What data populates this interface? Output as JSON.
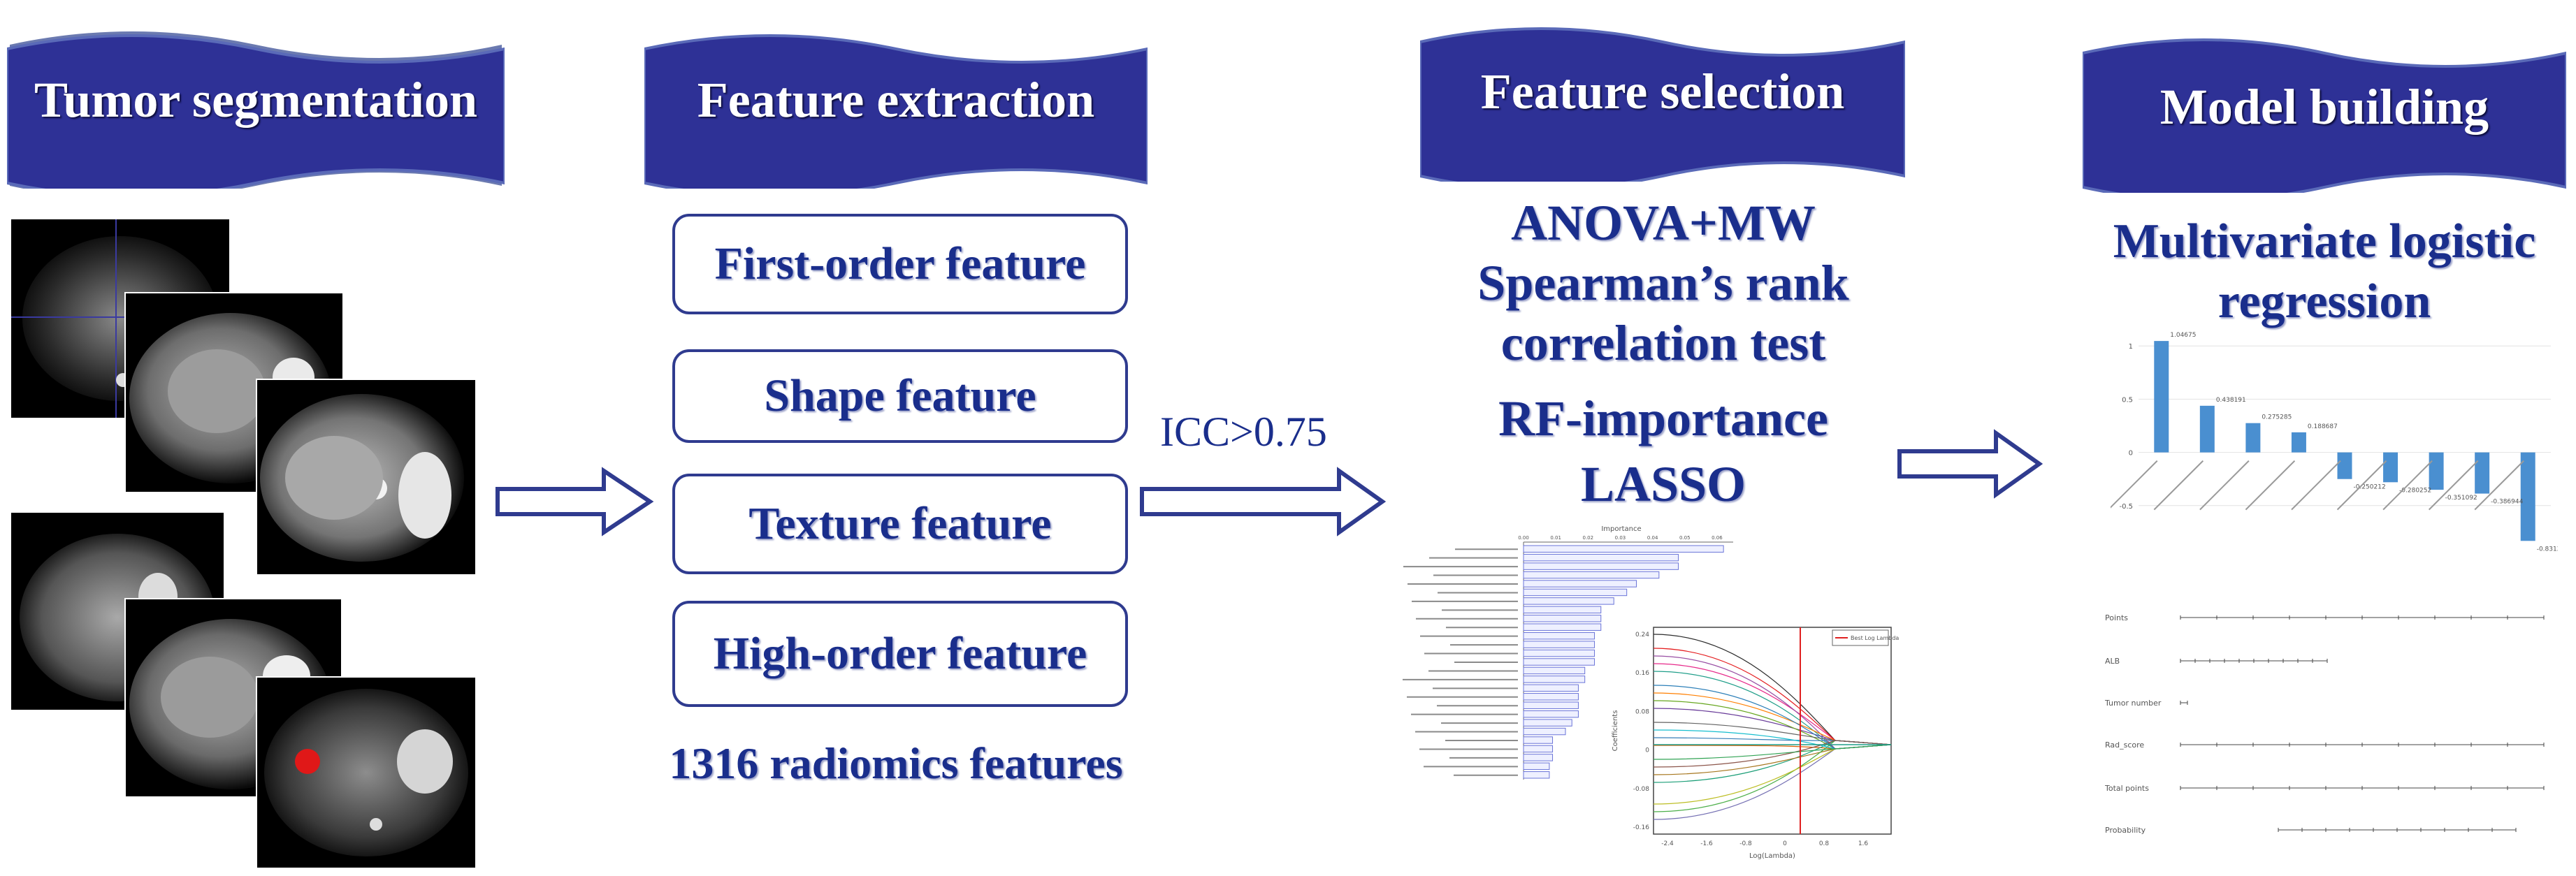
{
  "stages": [
    {
      "id": "segmentation",
      "title": "Tumor segmentation"
    },
    {
      "id": "extraction",
      "title": "Feature extraction"
    },
    {
      "id": "selection",
      "title": "Feature selection"
    },
    {
      "id": "building",
      "title": "Model building"
    }
  ],
  "extraction": {
    "boxes": [
      "First-order feature",
      "Shape feature",
      "Texture feature",
      "High-order feature"
    ],
    "total": "1316 radiomics features"
  },
  "icc_label": "ICC>0.75",
  "selection": {
    "methods": [
      "ANOVA+MW",
      "Spearman’s rank",
      "correlation test",
      "RF-importance",
      "LASSO"
    ],
    "lasso_legend": "Best Log Lambda",
    "lasso_ylabel": "Coefficients",
    "lasso_xlabel": "Log(Lambda)",
    "lasso_xticks": [
      "-2.4",
      "-1.6",
      "-0.8",
      "0",
      "0.8",
      "1.6"
    ],
    "lasso_yticks": [
      "0.24",
      "0.16",
      "0.08",
      "0",
      "-0.08",
      "-0.16"
    ],
    "importance_title": "Importance",
    "importance_ticks": [
      "0.00",
      "0.01",
      "0.02",
      "0.03",
      "0.04",
      "0.05",
      "0.06"
    ]
  },
  "building": {
    "method_line1": "Multivariate logistic",
    "method_line2": "regression",
    "nomogram_rows": [
      "Points",
      "ALB",
      "Tumor number",
      "Rad_score",
      "Total points",
      "Probability"
    ]
  },
  "chart_data": [
    {
      "type": "bar",
      "title": "",
      "values": [
        1.04675,
        0.438191,
        0.275285,
        0.188687,
        -0.250212,
        -0.280252,
        -0.351092,
        -0.386944,
        -0.831242
      ],
      "labels": [
        "1.04675",
        "0.438191",
        "0.275285",
        "0.188687",
        "-0.250212",
        "-0.280252",
        "-0.351092",
        "-0.386944",
        "-0.831242"
      ],
      "yticks": [
        "1",
        "0.5",
        "0",
        "-0.5"
      ],
      "ylim": [
        -1,
        1.1
      ]
    },
    {
      "type": "bar",
      "title": "Importance",
      "orientation": "horizontal",
      "values": [
        0.062,
        0.048,
        0.048,
        0.042,
        0.035,
        0.032,
        0.028,
        0.024,
        0.024,
        0.024,
        0.022,
        0.022,
        0.022,
        0.022,
        0.019,
        0.019,
        0.017,
        0.017,
        0.017,
        0.017,
        0.015,
        0.013,
        0.009,
        0.009,
        0.009,
        0.008,
        0.008
      ],
      "xlim": [
        0,
        0.065
      ]
    }
  ]
}
